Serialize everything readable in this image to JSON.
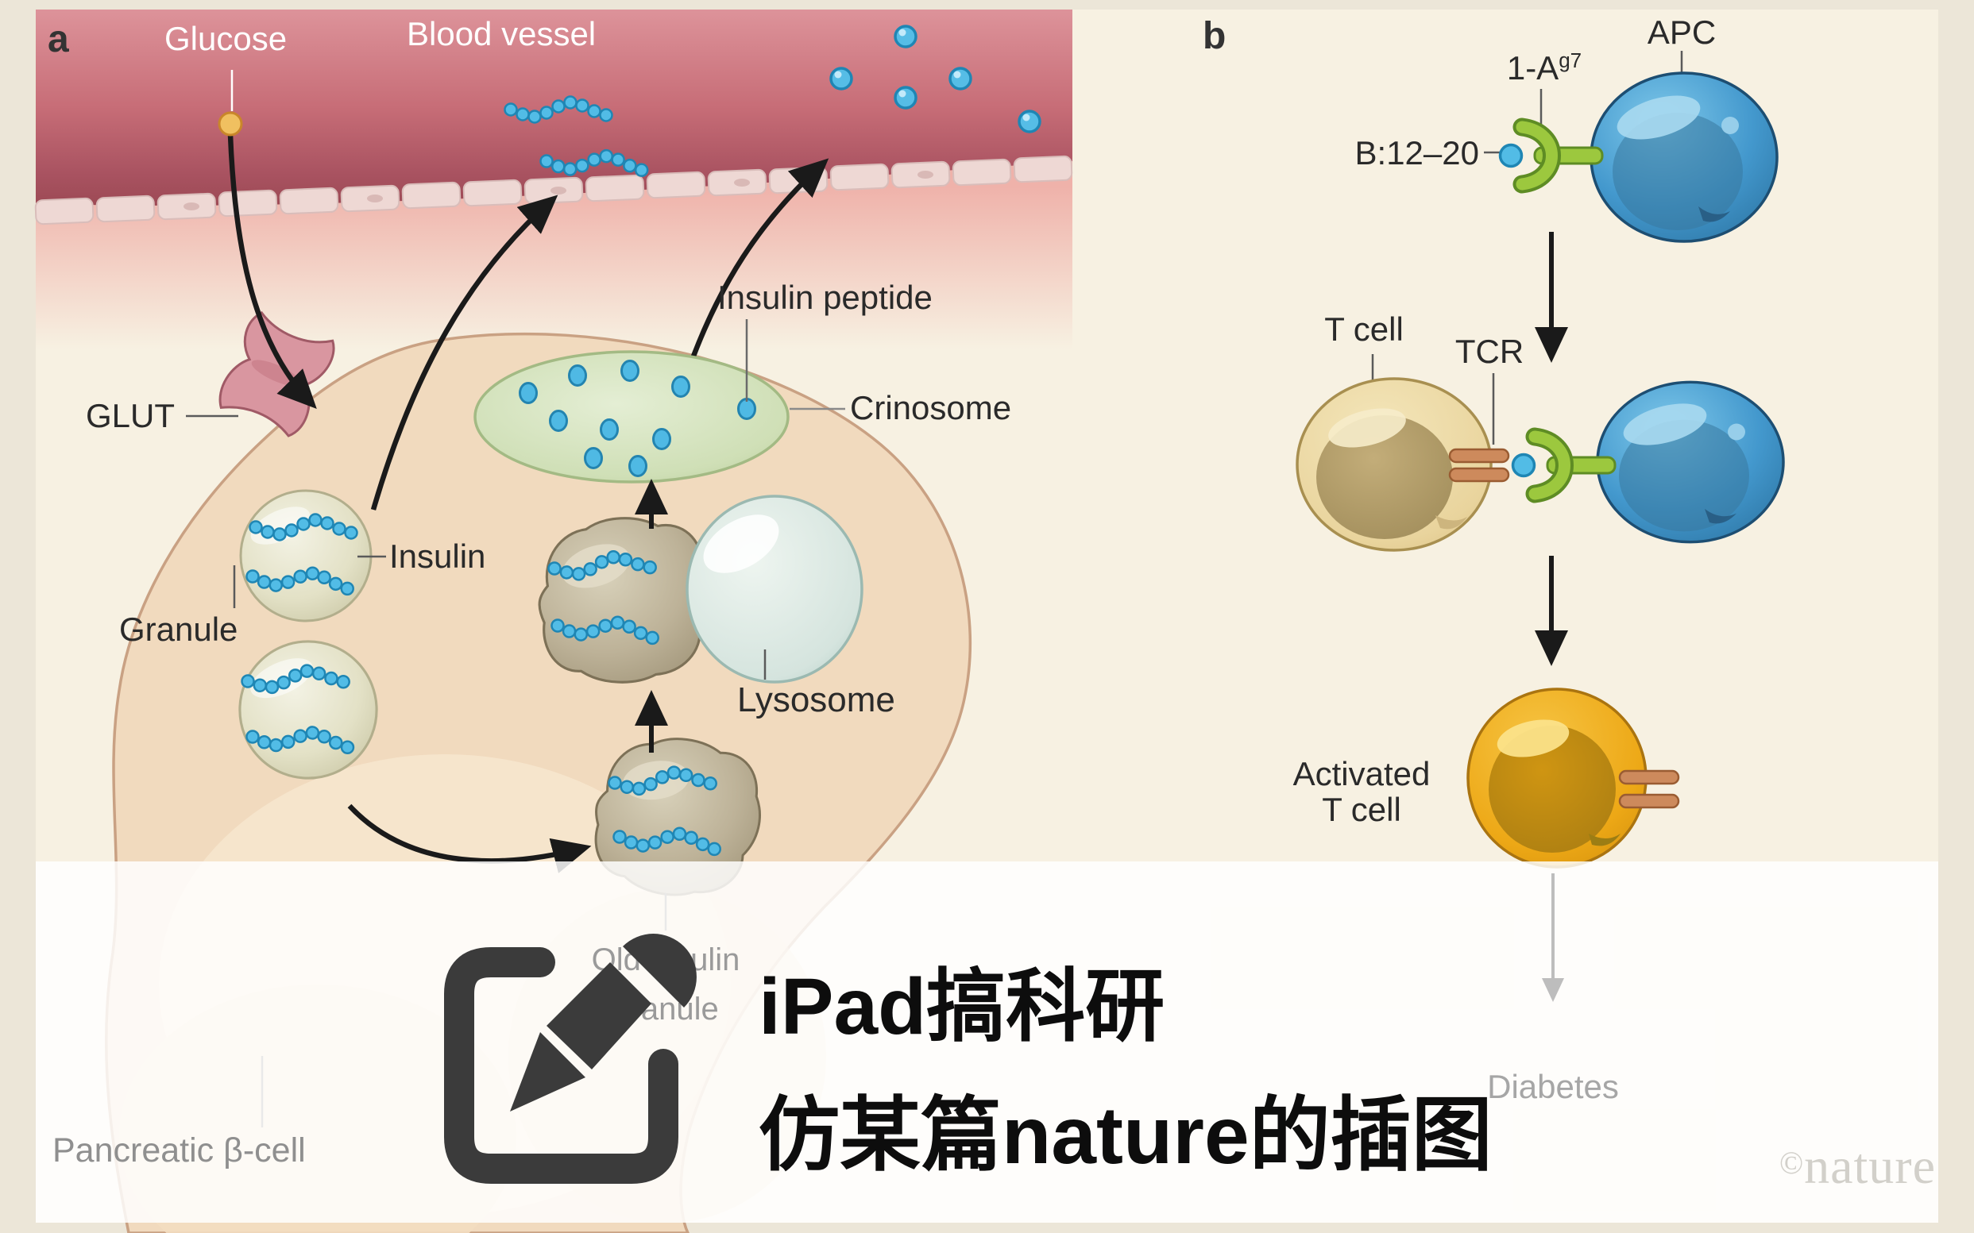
{
  "figure": {
    "panel_a": {
      "letter": "a",
      "glucose": "Glucose",
      "blood_vessel": "Blood vessel",
      "glut": "GLUT",
      "insulin": "Insulin",
      "granule": "Granule",
      "insulin_peptide": "Insulin peptide",
      "crinosome": "Crinosome",
      "lysosome": "Lysosome",
      "old_insulin_granule_line1": "Old insulin",
      "old_insulin_granule_line2": "granule",
      "pancreatic_beta_cell": "Pancreatic β-cell"
    },
    "panel_b": {
      "letter": "b",
      "apc": "APC",
      "mhc_base": "1-A",
      "mhc_sup": "g7",
      "peptide": "B:12–20",
      "t_cell": "T cell",
      "tcr": "TCR",
      "activated_line1": "Activated",
      "activated_line2": "T cell",
      "diabetes": "Diabetes"
    },
    "watermark": {
      "symbol": "©",
      "name": "nature"
    },
    "overlay_text": {
      "line1": "iPad搞科研",
      "line2": "仿某篇nature的插图"
    },
    "icons": {
      "bottom_left": "edit-compose-icon"
    },
    "colors": {
      "background_cream": "#f7f1e2",
      "margin_cream": "#ece6d8",
      "vessel_red_top": "#dd939a",
      "vessel_red_bottom": "#9d4a55",
      "endothelium": "#eed8d4",
      "beta_cell_body": "#f1dabe",
      "beta_cell_border": "#c9a183",
      "granule_fill": "#e3e1c6",
      "old_granule_fill": "#b4a98d",
      "lysosome_fill": "#d5e4de",
      "crinosome_fill": "#cfdfb6",
      "insulin_blue": "#52bce6",
      "glut_pink": "#d996a0",
      "apc_blue": "#4398cd",
      "t_cell_tan": "#ecd9a8",
      "activated_gold": "#eda816",
      "mhc_green": "#9cc83e",
      "tcr_bar_orange": "#cd8a5c",
      "arrow_black": "#1a1a1a",
      "faded_label_gray": "#9a9a9a",
      "watermark_gray": "#d2d0ca",
      "overlay_white": "rgba(255,255,255,0.84)",
      "icon_dark": "#3b3b3b"
    }
  }
}
